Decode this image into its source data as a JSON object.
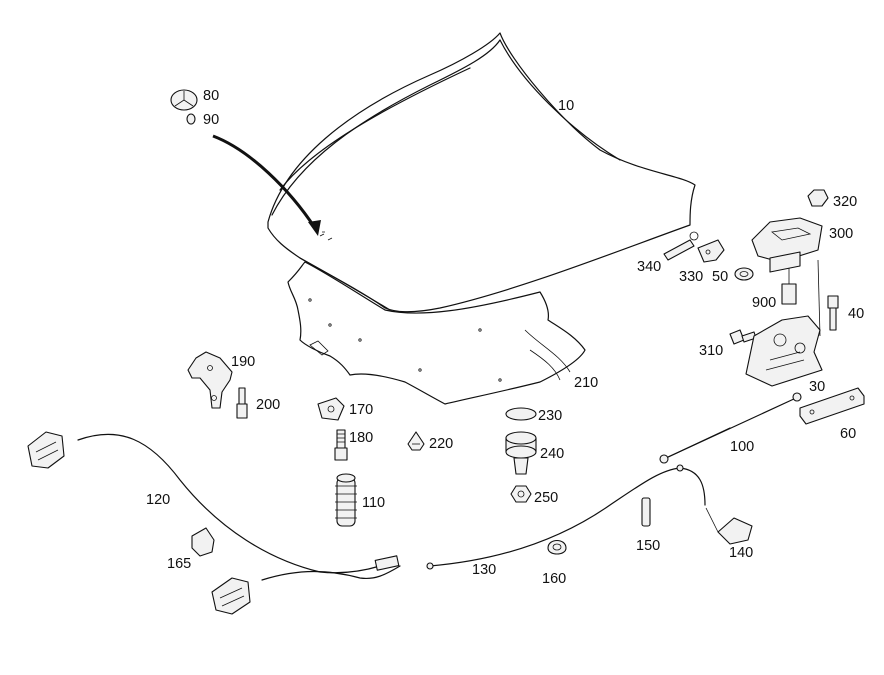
{
  "parts": [
    {
      "id": "10",
      "label": "10"
    },
    {
      "id": "30",
      "label": "30"
    },
    {
      "id": "40",
      "label": "40"
    },
    {
      "id": "50",
      "label": "50"
    },
    {
      "id": "60",
      "label": "60"
    },
    {
      "id": "80",
      "label": "80"
    },
    {
      "id": "90",
      "label": "90"
    },
    {
      "id": "100",
      "label": "100"
    },
    {
      "id": "110",
      "label": "110"
    },
    {
      "id": "120",
      "label": "120"
    },
    {
      "id": "130",
      "label": "130"
    },
    {
      "id": "140",
      "label": "140"
    },
    {
      "id": "150",
      "label": "150"
    },
    {
      "id": "160",
      "label": "160"
    },
    {
      "id": "165",
      "label": "165"
    },
    {
      "id": "170",
      "label": "170"
    },
    {
      "id": "180",
      "label": "180"
    },
    {
      "id": "190",
      "label": "190"
    },
    {
      "id": "200",
      "label": "200"
    },
    {
      "id": "210",
      "label": "210"
    },
    {
      "id": "220",
      "label": "220"
    },
    {
      "id": "230",
      "label": "230"
    },
    {
      "id": "240",
      "label": "240"
    },
    {
      "id": "250",
      "label": "250"
    },
    {
      "id": "300",
      "label": "300"
    },
    {
      "id": "310",
      "label": "310"
    },
    {
      "id": "320",
      "label": "320"
    },
    {
      "id": "330",
      "label": "330"
    },
    {
      "id": "340",
      "label": "340"
    },
    {
      "id": "900",
      "label": "900"
    }
  ]
}
